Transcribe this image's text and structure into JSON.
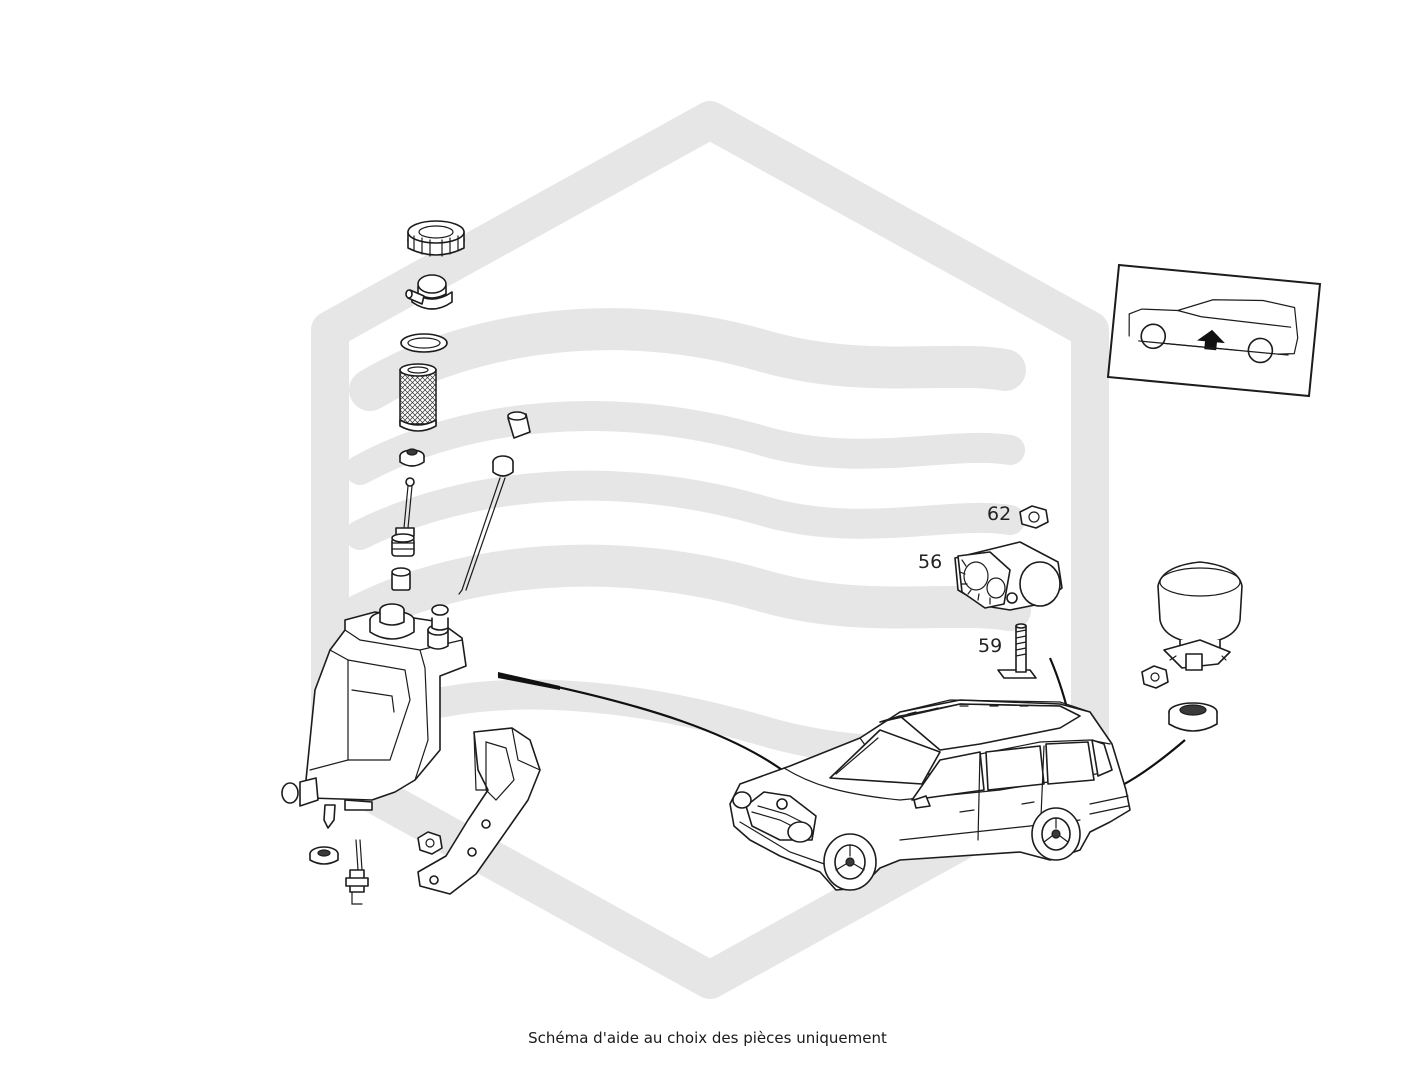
{
  "caption": "Schéma d'aide au choix des pièces uniquement",
  "callouts": {
    "p62": "62",
    "p56": "56",
    "p59": "59"
  },
  "watermark": {
    "color": "#e6e6e6"
  },
  "icons": {
    "location_inset": "car-side-arrow-icon"
  }
}
